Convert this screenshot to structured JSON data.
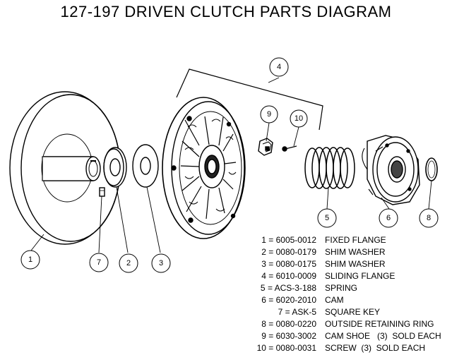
{
  "title": "127-197 DRIVEN CLUTCH PARTS DIAGRAM",
  "callouts": [
    "1",
    "2",
    "3",
    "4",
    "5",
    "6",
    "7",
    "8",
    "9",
    "10"
  ],
  "parts": [
    {
      "id": "1",
      "part_number": "6005-0012",
      "description": "FIXED FLANGE"
    },
    {
      "id": "2",
      "part_number": "0080-0179",
      "description": "SHIM WASHER"
    },
    {
      "id": "3",
      "part_number": "0080-0175",
      "description": "SHIM WASHER"
    },
    {
      "id": "4",
      "part_number": "6010-0009",
      "description": "SLIDING FLANGE"
    },
    {
      "id": "5",
      "part_number": "ACS-3-188",
      "description": "SPRING"
    },
    {
      "id": "6",
      "part_number": "6020-2010",
      "description": "CAM"
    },
    {
      "id": "7",
      "part_number": "ASK-5",
      "description": "SQUARE KEY"
    },
    {
      "id": "8",
      "part_number": "0080-0220",
      "description": "OUTSIDE RETAINING RING"
    },
    {
      "id": "9",
      "part_number": "6030-3002",
      "description": "CAM SHOE   (3)  SOLD EACH"
    },
    {
      "id": "10",
      "part_number": "0080-0031",
      "description": "SCREW  (3)  SOLD EACH"
    }
  ]
}
